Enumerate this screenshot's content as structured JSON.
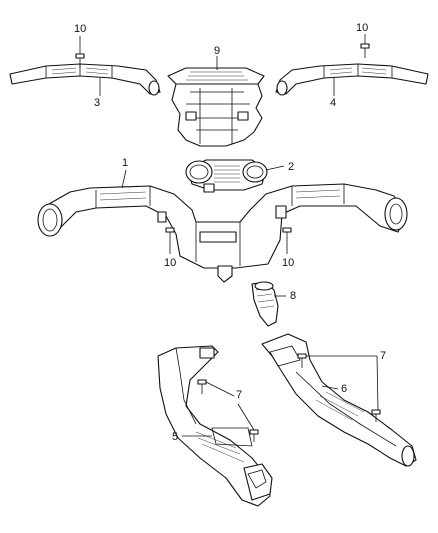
{
  "callouts": {
    "c10_top_left": "10",
    "c10_top_right": "10",
    "c9": "9",
    "c3": "3",
    "c4": "4",
    "c1": "1",
    "c2": "2",
    "c10_mid_left": "10",
    "c10_mid_right": "10",
    "c8": "8",
    "c7_right": "7",
    "c7_left": "7",
    "c6": "6",
    "c5": "5"
  }
}
